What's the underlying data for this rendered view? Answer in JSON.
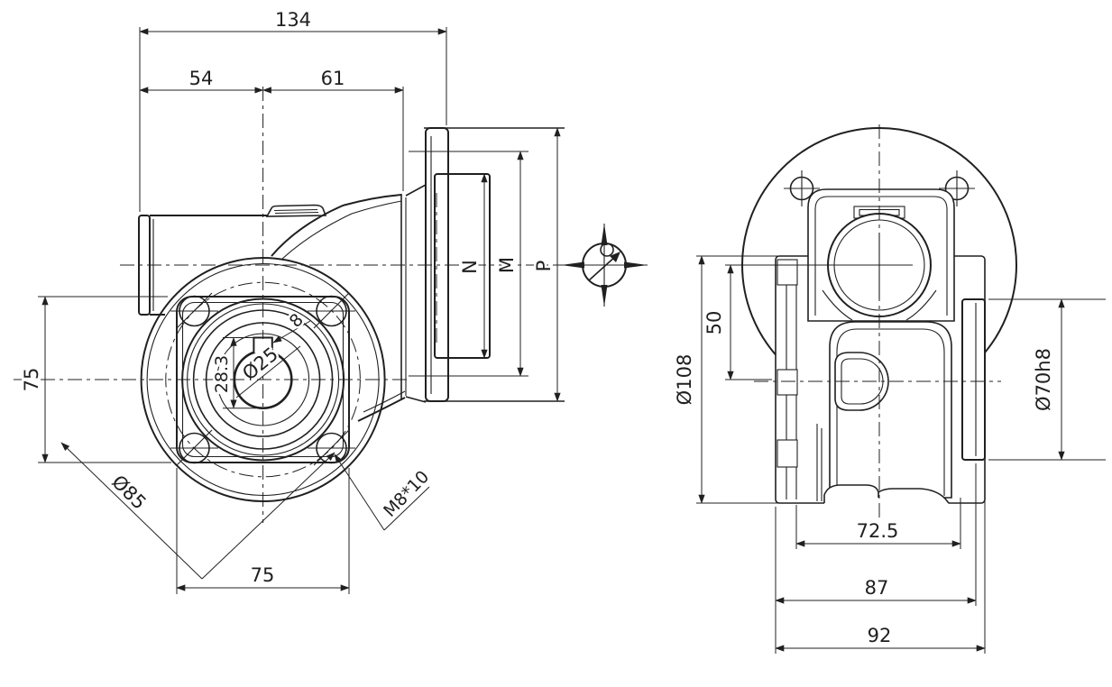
{
  "page": {
    "title": "Worm gearbox dimensional drawing"
  },
  "style": {
    "line_color": "#202020",
    "background": "#ffffff"
  },
  "front_view": {
    "dims": {
      "overall_length": "134",
      "left_to_center": "54",
      "center_to_face": "61",
      "flange_square_height": "75",
      "flange_square_width": "75",
      "bolt_circle_dia": "Ø85",
      "output_bore_dia": "Ø25",
      "keyway_depth": "28.3",
      "keyway_width": "8",
      "tapped_holes": "M8*10",
      "motor_flange_spigot": "N",
      "motor_flange_bolt_circle": "M",
      "motor_flange_od": "P"
    }
  },
  "side_view": {
    "dims": {
      "hub_outer_dia": "Ø108",
      "centre_distance": "50",
      "pilot_boss_dia": "Ø70h8",
      "body_width": "72.5",
      "hub_width": "87",
      "overall_width": "92"
    }
  }
}
